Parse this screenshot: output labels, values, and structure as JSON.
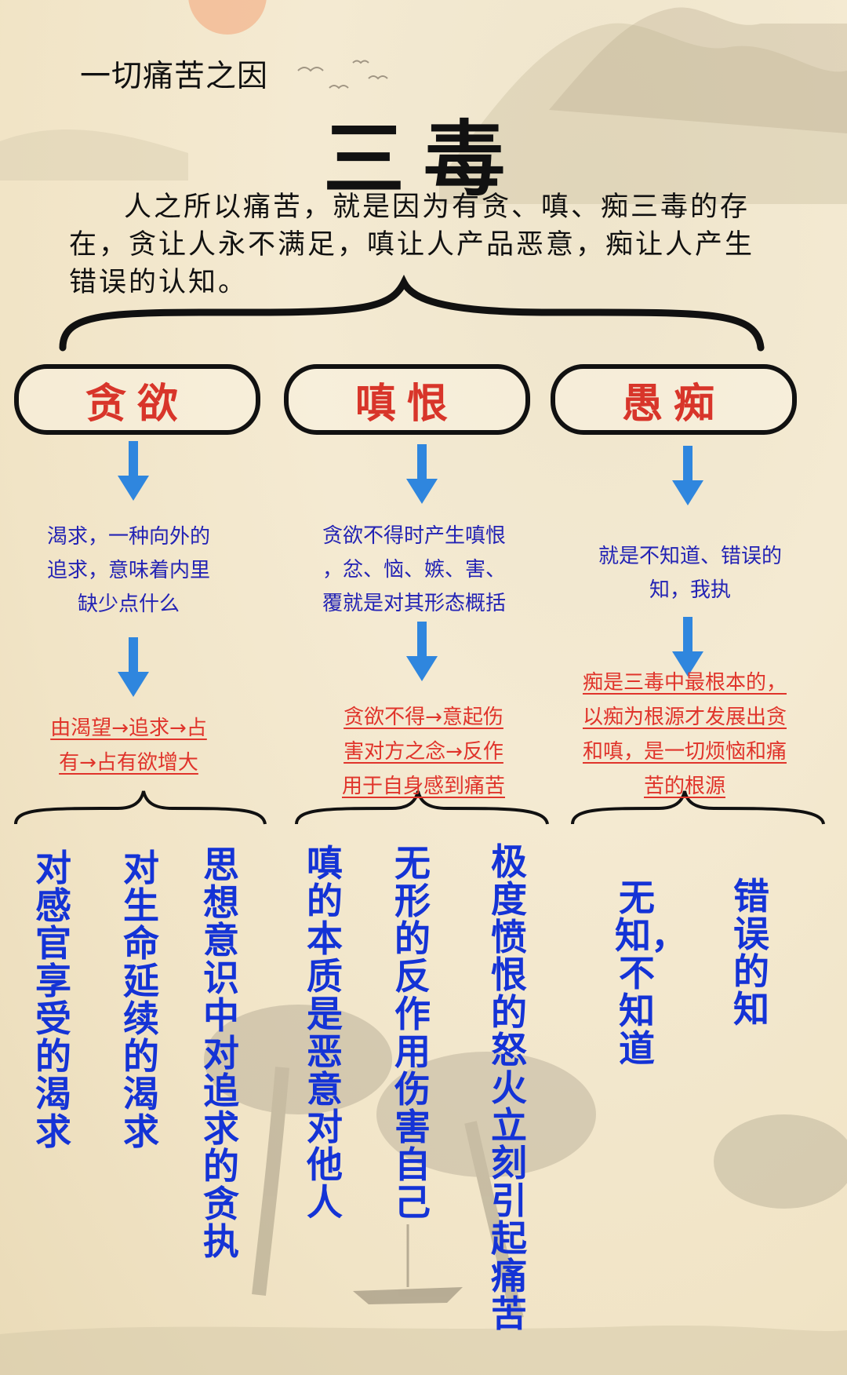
{
  "header": {
    "subtitle": "一切痛苦之因",
    "title": "三毒",
    "intro": "人之所以痛苦，就是因为有贪、嗔、痴三毒的存在，贪让人永不满足，嗔让人产品恶意，痴让人产生错误的认知。"
  },
  "categories": [
    {
      "label": "贪欲",
      "description": [
        "渴求，一种向外的",
        "追求，意味着内里",
        "缺少点什么"
      ],
      "red_text": [
        "由渴望→追求→占",
        "有→占有欲增大"
      ],
      "aspects": [
        "对感官享受的渴求",
        "对生命延续的渴求",
        "思想意识中对追求的贪执"
      ]
    },
    {
      "label": "嗔恨",
      "description": [
        "贪欲不得时产生嗔恨",
        "，忿、恼、嫉、害、",
        "覆就是对其形态概括"
      ],
      "red_text": [
        "贪欲不得→意起伤",
        "害对方之念→反作",
        "用于自身感到痛苦"
      ],
      "aspects": [
        "嗔的本质是恶意对他人",
        "无形的反作用伤害自己",
        "极度愤恨的怒火立刻引起痛苦"
      ]
    },
    {
      "label": "愚痴",
      "description": [
        "就是不知道、错误的",
        "知，我执"
      ],
      "red_text": [
        "痴是三毒中最根本的，",
        "以痴为根源才发展出贪",
        "和嗔，是一切烦恼和痛",
        "苦的根源"
      ],
      "aspects": [
        "无知，不知道",
        "错误的知"
      ]
    }
  ],
  "colors": {
    "category_text": "#d8352a",
    "description_text": "#2323b4",
    "red_text": "#e0342b",
    "aspect_text": "#1433d6",
    "arrow": "#2f86de"
  }
}
